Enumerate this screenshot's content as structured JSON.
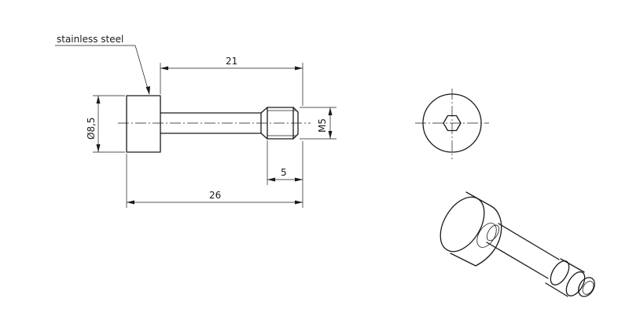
{
  "annotations": {
    "material_label": "stainless steel",
    "dim_overall": "26",
    "dim_shaft": "21",
    "dim_thread_length": "5",
    "dim_head_diameter": "Ø8,5",
    "dim_thread": "M5"
  }
}
